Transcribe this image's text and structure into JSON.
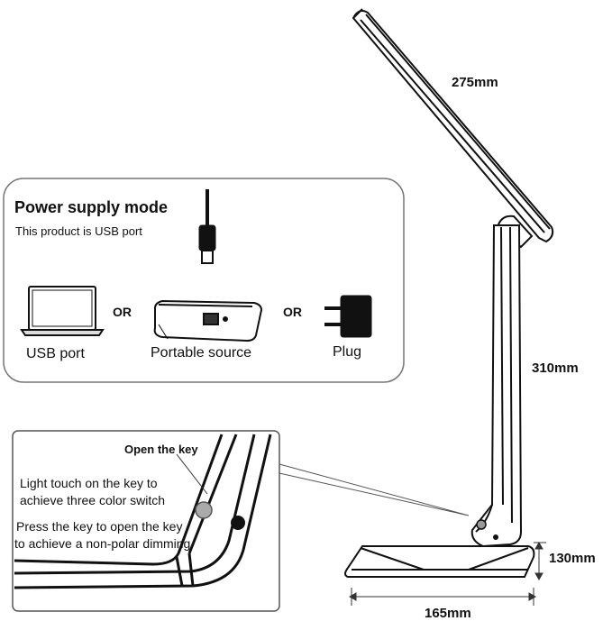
{
  "dimensions": {
    "head_length": "275mm",
    "arm_height": "310mm",
    "base_height": "130mm",
    "base_width": "165mm"
  },
  "power_box": {
    "title": "Power supply mode",
    "subtitle": "This product is USB port",
    "options": [
      {
        "label": "USB port",
        "icon": "laptop-icon"
      },
      {
        "label": "Portable source",
        "icon": "power-bank-icon"
      },
      {
        "label": "Plug",
        "icon": "plug-icon"
      }
    ],
    "separator": "OR"
  },
  "detail_box": {
    "title": "Open the key",
    "lines": [
      "Light touch on the key to",
      "achieve three color switch",
      "Press the key to open the key",
      "to achieve a non-polar dimming"
    ]
  }
}
